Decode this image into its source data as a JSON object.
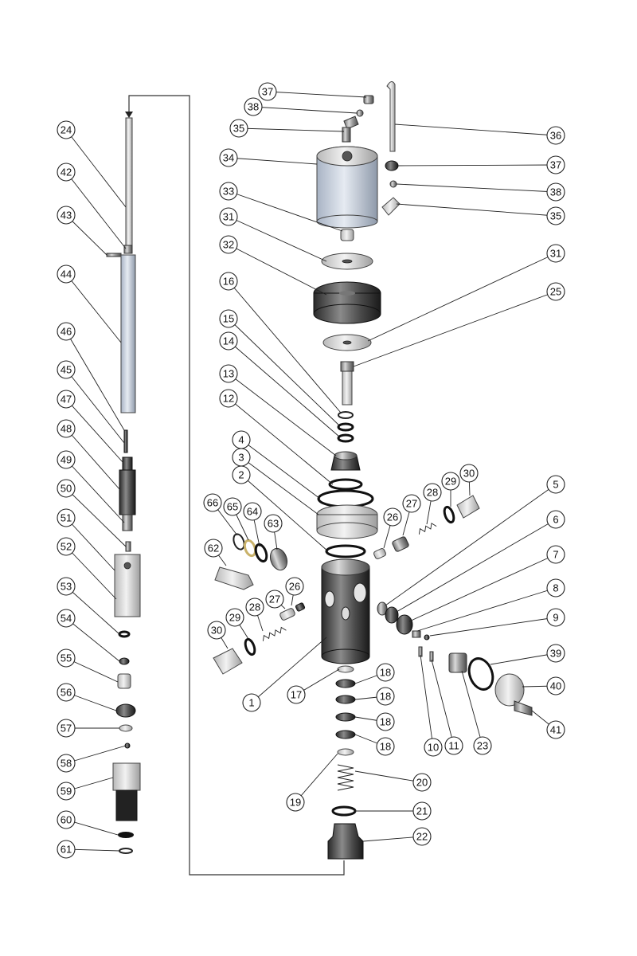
{
  "diagram": {
    "callouts": [
      {
        "id": "c37a",
        "label": "37"
      },
      {
        "id": "c38a",
        "label": "38"
      },
      {
        "id": "c35a",
        "label": "35"
      },
      {
        "id": "c34",
        "label": "34"
      },
      {
        "id": "c33",
        "label": "33"
      },
      {
        "id": "c31a",
        "label": "31"
      },
      {
        "id": "c32",
        "label": "32"
      },
      {
        "id": "c16",
        "label": "16"
      },
      {
        "id": "c15",
        "label": "15"
      },
      {
        "id": "c14",
        "label": "14"
      },
      {
        "id": "c13",
        "label": "13"
      },
      {
        "id": "c12",
        "label": "12"
      },
      {
        "id": "c4",
        "label": "4"
      },
      {
        "id": "c3",
        "label": "3"
      },
      {
        "id": "c2",
        "label": "2"
      },
      {
        "id": "c36",
        "label": "36"
      },
      {
        "id": "c37b",
        "label": "37"
      },
      {
        "id": "c38b",
        "label": "38"
      },
      {
        "id": "c35b",
        "label": "35"
      },
      {
        "id": "c31b",
        "label": "31"
      },
      {
        "id": "c25",
        "label": "25"
      },
      {
        "id": "c66",
        "label": "66"
      },
      {
        "id": "c65",
        "label": "65"
      },
      {
        "id": "c64",
        "label": "64"
      },
      {
        "id": "c63",
        "label": "63"
      },
      {
        "id": "c62",
        "label": "62"
      },
      {
        "id": "c26a",
        "label": "26"
      },
      {
        "id": "c27a",
        "label": "27"
      },
      {
        "id": "c28a",
        "label": "28"
      },
      {
        "id": "c29a",
        "label": "29"
      },
      {
        "id": "c30a",
        "label": "30"
      },
      {
        "id": "c26b",
        "label": "26"
      },
      {
        "id": "c27b",
        "label": "27"
      },
      {
        "id": "c28b",
        "label": "28"
      },
      {
        "id": "c29b",
        "label": "29"
      },
      {
        "id": "c30b",
        "label": "30"
      },
      {
        "id": "c5",
        "label": "5"
      },
      {
        "id": "c6",
        "label": "6"
      },
      {
        "id": "c7",
        "label": "7"
      },
      {
        "id": "c8",
        "label": "8"
      },
      {
        "id": "c9",
        "label": "9"
      },
      {
        "id": "c39",
        "label": "39"
      },
      {
        "id": "c40",
        "label": "40"
      },
      {
        "id": "c41",
        "label": "41"
      },
      {
        "id": "c10",
        "label": "10"
      },
      {
        "id": "c11",
        "label": "11"
      },
      {
        "id": "c23",
        "label": "23"
      },
      {
        "id": "c1",
        "label": "1"
      },
      {
        "id": "c17",
        "label": "17"
      },
      {
        "id": "c18a",
        "label": "18"
      },
      {
        "id": "c18b",
        "label": "18"
      },
      {
        "id": "c18c",
        "label": "18"
      },
      {
        "id": "c18d",
        "label": "18"
      },
      {
        "id": "c19",
        "label": "19"
      },
      {
        "id": "c20",
        "label": "20"
      },
      {
        "id": "c21",
        "label": "21"
      },
      {
        "id": "c22",
        "label": "22"
      },
      {
        "id": "c24",
        "label": "24"
      },
      {
        "id": "c42",
        "label": "42"
      },
      {
        "id": "c43",
        "label": "43"
      },
      {
        "id": "c44",
        "label": "44"
      },
      {
        "id": "c46",
        "label": "46"
      },
      {
        "id": "c45",
        "label": "45"
      },
      {
        "id": "c47",
        "label": "47"
      },
      {
        "id": "c48",
        "label": "48"
      },
      {
        "id": "c49",
        "label": "49"
      },
      {
        "id": "c50",
        "label": "50"
      },
      {
        "id": "c51",
        "label": "51"
      },
      {
        "id": "c52",
        "label": "52"
      },
      {
        "id": "c53",
        "label": "53"
      },
      {
        "id": "c54",
        "label": "54"
      },
      {
        "id": "c55",
        "label": "55"
      },
      {
        "id": "c56",
        "label": "56"
      },
      {
        "id": "c57",
        "label": "57"
      },
      {
        "id": "c58",
        "label": "58"
      },
      {
        "id": "c59",
        "label": "59"
      },
      {
        "id": "c60",
        "label": "60"
      },
      {
        "id": "c61",
        "label": "61"
      }
    ]
  }
}
